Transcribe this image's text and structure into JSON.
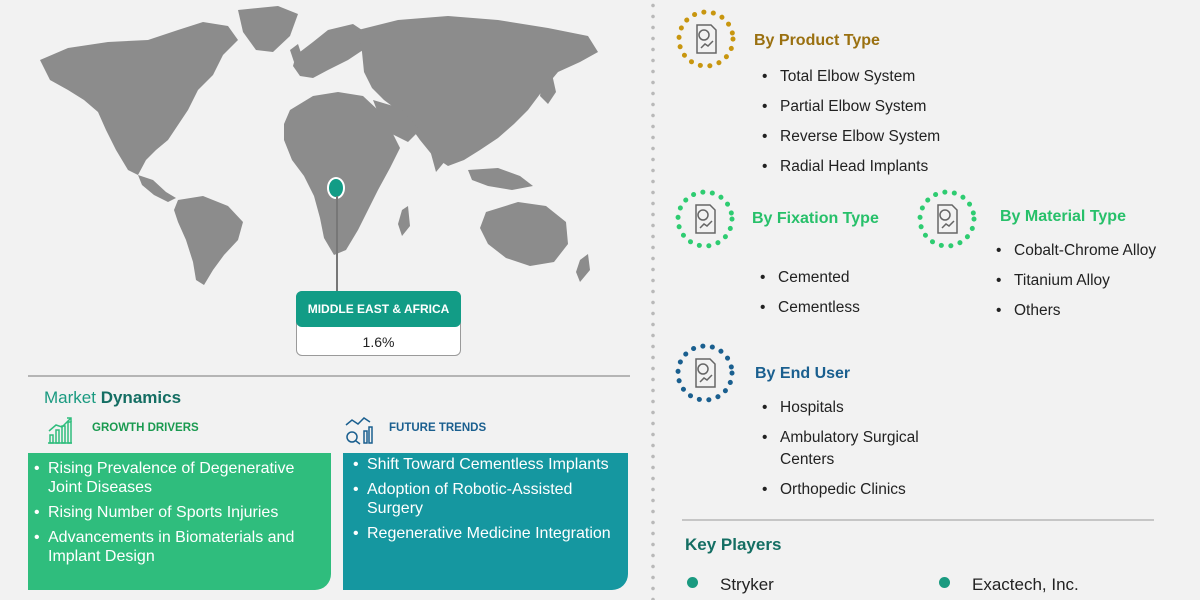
{
  "region": {
    "label": "MIDDLE EAST & AFRICA",
    "value": "1.6%"
  },
  "market_dynamics": {
    "title_part1": "Market",
    "title_part2": "Dynamics",
    "growth_drivers": {
      "heading": "GROWTH DRIVERS",
      "items": [
        "Rising Prevalence of Degenerative Joint Diseases",
        "Rising Number of Sports Injuries",
        "Advancements in Biomaterials and Implant Design"
      ]
    },
    "future_trends": {
      "heading": "FUTURE TRENDS",
      "items": [
        "Shift Toward Cementless Implants",
        "Adoption of Robotic-Assisted Surgery",
        "Regenerative Medicine Integration"
      ]
    }
  },
  "segments": {
    "product_type": {
      "title": "By Product Type",
      "color": "#b8860b",
      "items": [
        "Total Elbow System",
        "Partial Elbow System",
        "Reverse Elbow System",
        "Radial Head Implants"
      ]
    },
    "fixation_type": {
      "title": "By Fixation Type",
      "color": "#2ecc71",
      "items": [
        "Cemented",
        "Cementless"
      ]
    },
    "material_type": {
      "title": "By Material Type",
      "color": "#2ecc71",
      "items": [
        "Cobalt-Chrome Alloy",
        "Titanium Alloy",
        "Others"
      ]
    },
    "end_user": {
      "title": "By End User",
      "color": "#1a5f8f",
      "items": [
        "Hospitals",
        "Ambulatory Surgical Centers",
        "Orthopedic Clinics"
      ]
    }
  },
  "key_players": {
    "title": "Key Players",
    "items": [
      "Stryker",
      "Exactech, Inc."
    ]
  },
  "colors": {
    "accent_teal": "#129c86",
    "driver_green": "#2fbd7d",
    "trend_teal": "#1597a0"
  }
}
